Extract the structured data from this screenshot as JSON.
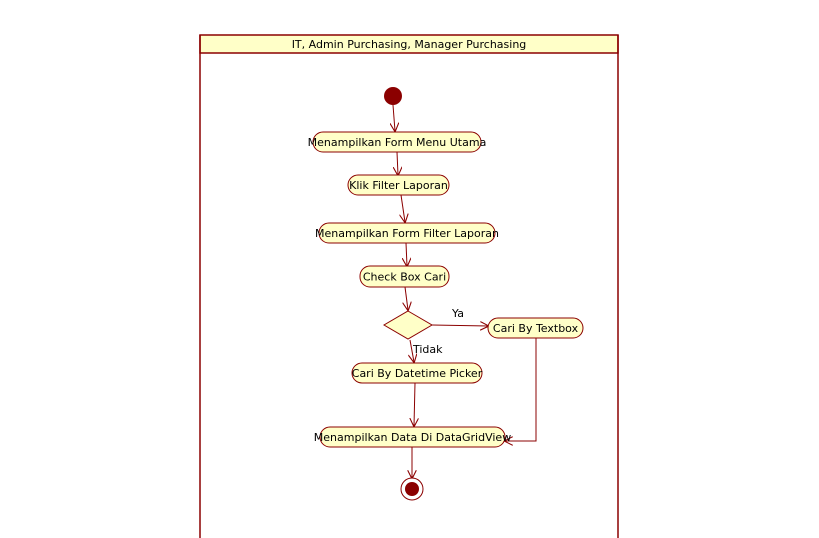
{
  "swimlane": {
    "title": "IT, Admin Purchasing, Manager Purchasing"
  },
  "activities": {
    "show_main_menu": "Menampilkan Form Menu Utama",
    "click_report_filter": "Klik Filter Laporan",
    "show_report_filter_form": "Menampilkan Form Filter Laporan",
    "check_box_search": "Check Box Cari",
    "search_by_textbox": "Cari By Textbox",
    "search_by_datetime_picker": "Cari By Datetime Picker",
    "show_data_grid": "Menampilkan Data Di DataGridView"
  },
  "guards": {
    "yes": "Ya",
    "no": "Tidak"
  },
  "colors": {
    "line": "#8b0000",
    "node_fill": "#ffffc8",
    "lane_fill": "#ffffc8",
    "start_fill": "#8b0000"
  }
}
